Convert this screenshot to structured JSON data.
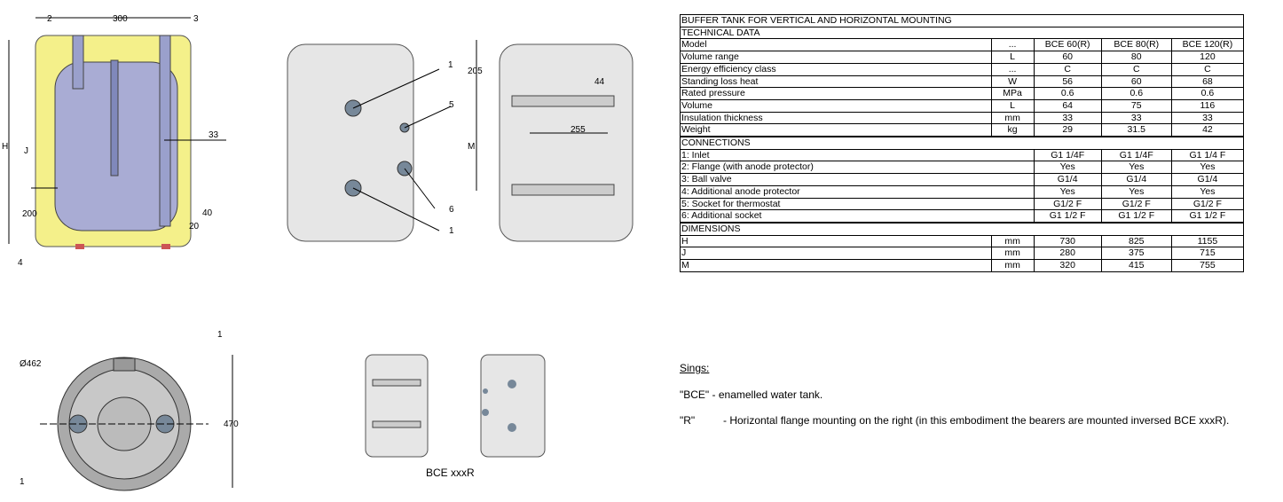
{
  "table": {
    "title": "BUFFER TANK FOR VERTICAL AND HORIZONTAL MOUNTING",
    "tech_header": "TECHNICAL DATA",
    "tech_rows": [
      [
        "Model",
        "...",
        "BCE 60(R)",
        "BCE 80(R)",
        "BCE 120(R)"
      ],
      [
        "Volume range",
        "L",
        "60",
        "80",
        "120"
      ],
      [
        "Energy efficiency class",
        "...",
        "C",
        "C",
        "C"
      ],
      [
        "Standing loss heat",
        "W",
        "56",
        "60",
        "68"
      ],
      [
        "Rated pressure",
        "MPa",
        "0.6",
        "0.6",
        "0.6"
      ],
      [
        "Volume",
        "L",
        "64",
        "75",
        "116"
      ],
      [
        "Insulation thickness",
        "mm",
        "33",
        "33",
        "33"
      ],
      [
        "Weight",
        "kg",
        "29",
        "31.5",
        "42"
      ]
    ],
    "conn_header": "CONNECTIONS",
    "conn_rows": [
      [
        "1: Inlet",
        "G1 1/4F",
        "G1 1/4F",
        "G1 1/4 F"
      ],
      [
        "2: Flange (with anode protector)",
        "Yes",
        "Yes",
        "Yes"
      ],
      [
        "3: Ball valve",
        "G1/4",
        "G1/4",
        "G1/4"
      ],
      [
        "4: Additional anode protector",
        "Yes",
        "Yes",
        "Yes"
      ],
      [
        "5: Socket for thermostat",
        "G1/2 F",
        "G1/2 F",
        "G1/2 F"
      ],
      [
        "6: Additional socket",
        "G1 1/2 F",
        "G1 1/2 F",
        "G1 1/2 F"
      ]
    ],
    "dim_header": "DIMENSIONS",
    "dim_rows": [
      [
        "H",
        "mm",
        "730",
        "825",
        "1155"
      ],
      [
        "J",
        "mm",
        "280",
        "375",
        "715"
      ],
      [
        "M",
        "mm",
        "320",
        "415",
        "755"
      ]
    ]
  },
  "drawings": {
    "section": {
      "l2": "2",
      "l300": "300",
      "l3": "3",
      "lH": "H",
      "lJ": "J",
      "l200": "200",
      "l33": "33",
      "l20": "20",
      "l40": "40",
      "l4": "4"
    },
    "front": {
      "l1a": "1",
      "l5": "5",
      "l6": "6",
      "l1b": "1"
    },
    "back": {
      "l205": "205",
      "lM": "M",
      "l44": "44",
      "l255": "255"
    },
    "top": {
      "dia": "Ø462",
      "l1a": "1",
      "l470": "470",
      "l1b": "1"
    },
    "caption": "BCE xxxR"
  },
  "notes": {
    "heading": "Sings:",
    "line1": "\"BCE\" - enamelled water tank.",
    "line2_key": "\"R\"",
    "line2_text": "- Horizontal flange mounting on the right (in this embodiment the bearers are mounted inversed BCE xxxR)."
  }
}
